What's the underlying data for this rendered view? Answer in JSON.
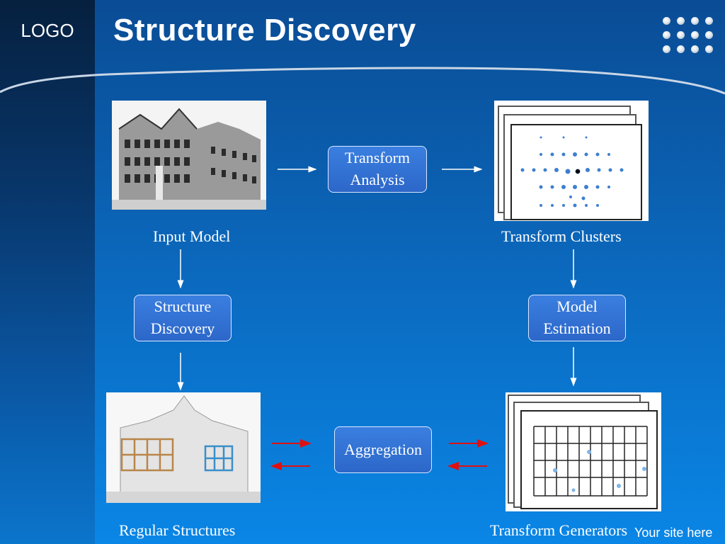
{
  "header": {
    "logo": "LOGO",
    "title": "Structure Discovery"
  },
  "nodes": {
    "transform_analysis": "Transform Analysis",
    "structure_discovery": "Structure Discovery",
    "model_estimation": "Model Estimation",
    "aggregation": "Aggregation"
  },
  "labels": {
    "input_model": "Input Model",
    "transform_clusters": "Transform Clusters",
    "regular_structures": "Regular Structures",
    "transform_generators": "Transform Generators"
  },
  "footer": {
    "site": "Your site here"
  },
  "colors": {
    "node_fill": "#2f6fd3",
    "arrow_white": "#ffffff",
    "arrow_red": "#e01010"
  }
}
